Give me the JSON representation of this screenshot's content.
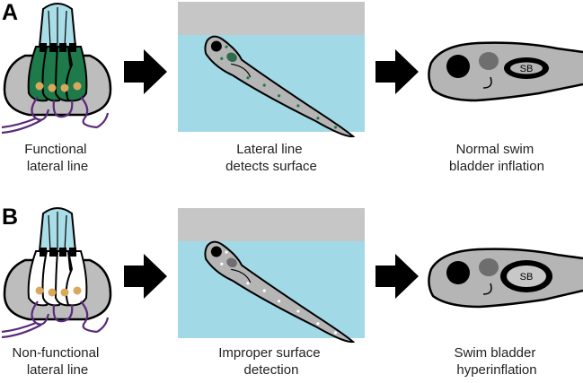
{
  "colors": {
    "cupula": "#a9dde8",
    "hair_cell_functional": "#1e7a4a",
    "hair_cell_nonfunctional": "#ffffff",
    "support_cell": "#bdbdbd",
    "nucleus": "#d9a85c",
    "nerve": "#5a2a7a",
    "water": "#a2d9e6",
    "air": "#c6c6c6",
    "fish_body": "#b5b5b5",
    "eye": "#000000",
    "gut": "#6e6e6e"
  },
  "panels": [
    {
      "letter": "A",
      "captions": [
        [
          "Functional",
          "lateral line"
        ],
        [
          "Lateral line",
          "detects surface"
        ],
        [
          "Normal swim",
          "bladder inflation"
        ]
      ],
      "swim_bladder_label": "SB",
      "condition": "functional"
    },
    {
      "letter": "B",
      "captions": [
        [
          "Non-functional",
          "lateral line"
        ],
        [
          "Improper surface",
          "detection"
        ],
        [
          "Swim bladder",
          "hyperinflation"
        ]
      ],
      "swim_bladder_label": "SB",
      "condition": "non-functional"
    }
  ]
}
